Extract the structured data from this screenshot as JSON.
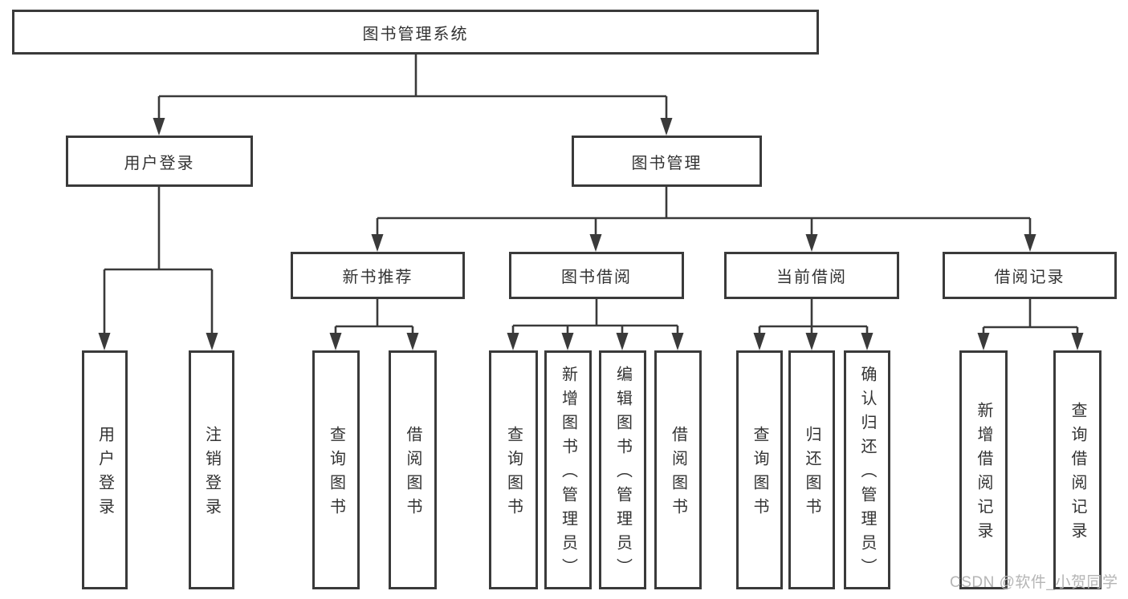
{
  "tree": {
    "root": {
      "label": "图书管理系统",
      "children": [
        {
          "label": "用户登录",
          "children": [
            {
              "label": "用户登录"
            },
            {
              "label": "注销登录"
            }
          ]
        },
        {
          "label": "图书管理",
          "children": [
            {
              "label": "新书推荐",
              "children": [
                {
                  "label": "查询图书"
                },
                {
                  "label": "借阅图书"
                }
              ]
            },
            {
              "label": "图书借阅",
              "children": [
                {
                  "label": "查询图书"
                },
                {
                  "label": "新增图书（管理员）"
                },
                {
                  "label": "编辑图书（管理员）"
                },
                {
                  "label": "借阅图书"
                }
              ]
            },
            {
              "label": "当前借阅",
              "children": [
                {
                  "label": "查询图书"
                },
                {
                  "label": "归还图书"
                },
                {
                  "label": "确认归还（管理员）"
                }
              ]
            },
            {
              "label": "借阅记录",
              "children": [
                {
                  "label": "新增借阅记录"
                },
                {
                  "label": "查询借阅记录"
                }
              ]
            }
          ]
        }
      ]
    }
  },
  "watermark": {
    "text": "CSDN @软件_小贺同学"
  },
  "colors": {
    "line": "#3a3a3a",
    "text": "#333333",
    "watermark": "#b5b5b5"
  }
}
